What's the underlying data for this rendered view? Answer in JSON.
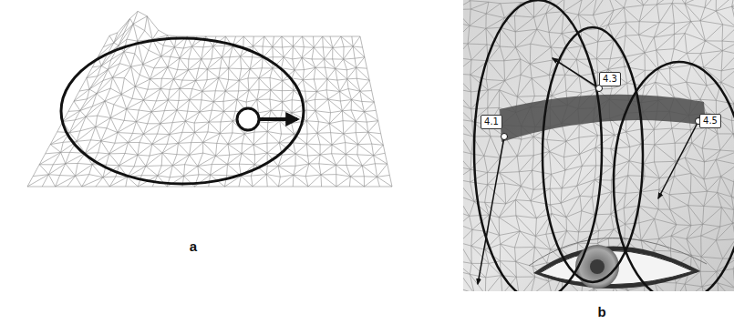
{
  "diagram": {
    "nodes": [
      {
        "text": [
          "4.1"
        ]
      },
      {
        "text": [
          "4.3"
        ]
      },
      {
        "text": [
          "4.5"
        ]
      }
    ],
    "labels": [
      "a",
      "b"
    ]
  }
}
